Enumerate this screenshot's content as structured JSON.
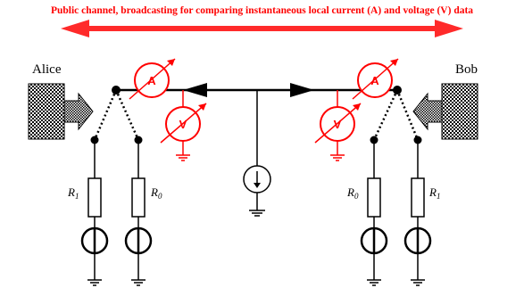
{
  "title": "Public channel,  broadcasting  for comparing instantaneous local current (A) and voltage (V) data",
  "parties": {
    "alice": "Alice",
    "bob": "Bob"
  },
  "meters": {
    "ammeter": "A",
    "voltmeter": "V"
  },
  "resistors": {
    "alice_left": {
      "symbol": "R",
      "sub": "1"
    },
    "alice_right": {
      "symbol": "R",
      "sub": "0"
    },
    "bob_left": {
      "symbol": "R",
      "sub": "0"
    },
    "bob_right": {
      "symbol": "R",
      "sub": "1"
    }
  },
  "colors": {
    "channel": "#ff2a2a",
    "title": "#ff0000",
    "meter": "#ff0000",
    "wire": "#000000"
  }
}
